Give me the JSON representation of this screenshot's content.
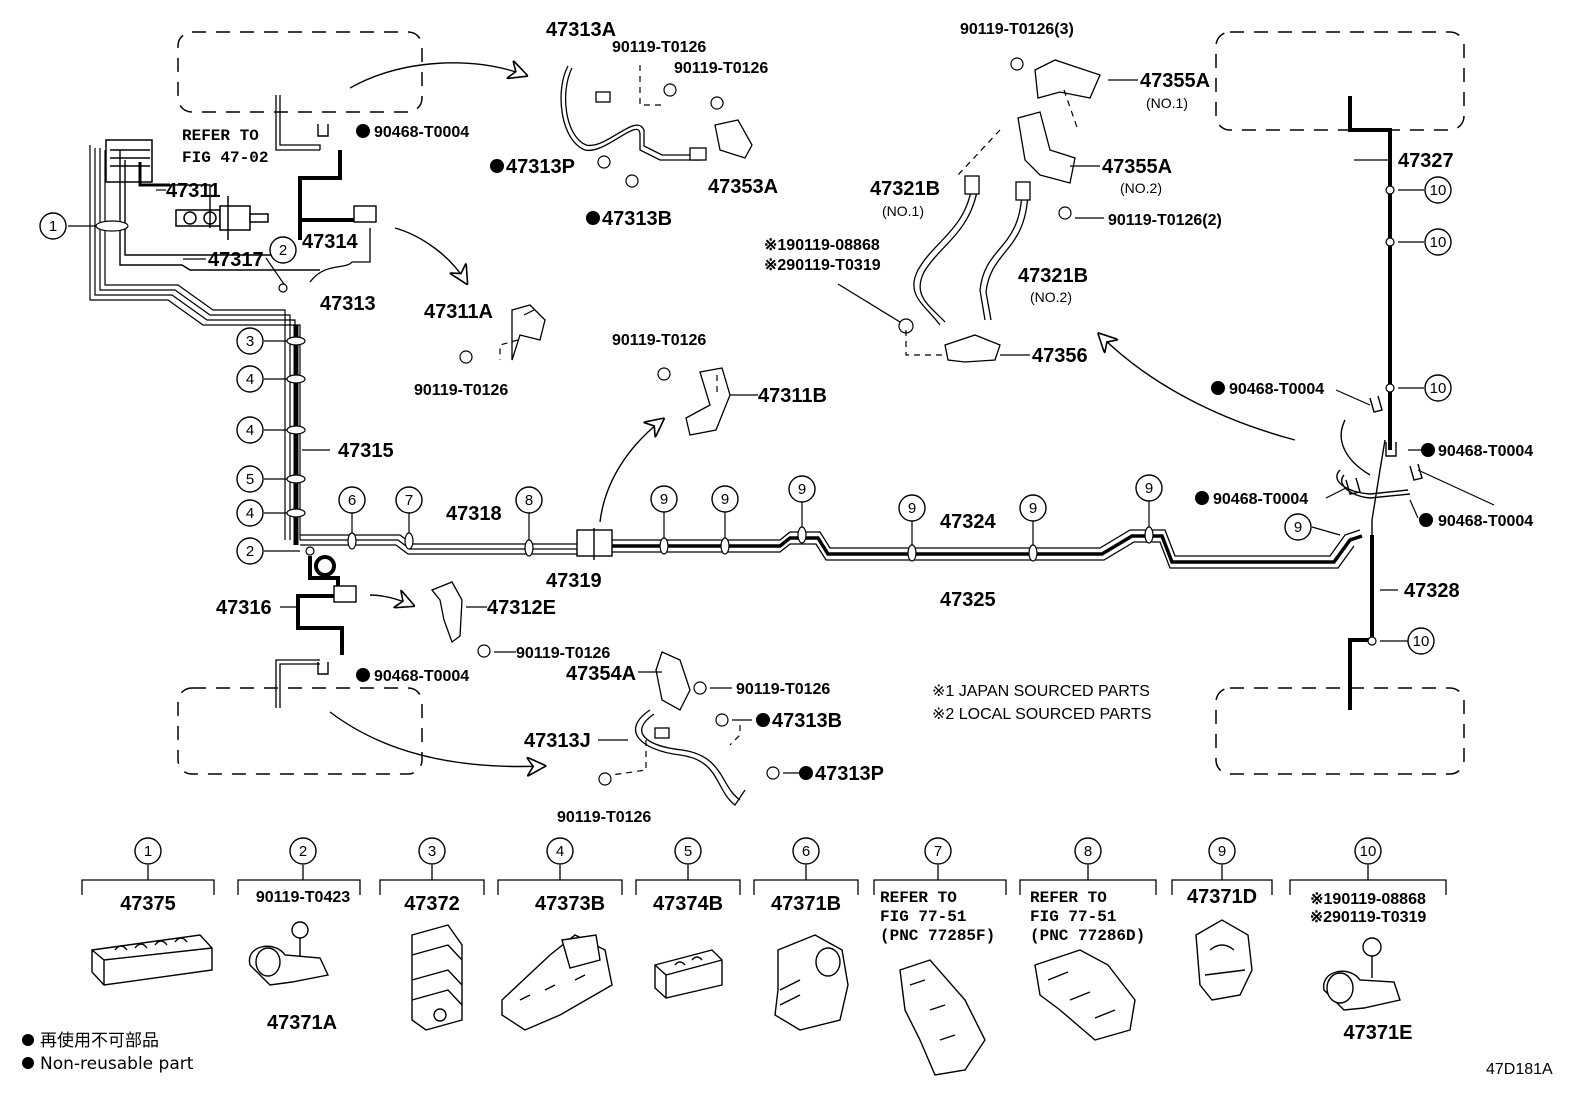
{
  "callouts": {
    "c1": "1",
    "c2": "2",
    "c3": "3",
    "c4": "4",
    "c5": "5",
    "c6": "6",
    "c7": "7",
    "c8": "8",
    "c9": "9",
    "c10": "10"
  },
  "labels": {
    "refer_to_fig_a": "REFER TO",
    "refer_to_fig_b": "FIG 47-02",
    "p47311": "47311",
    "p47317": "47317",
    "p47314": "47314",
    "p47313": "47313",
    "p47315": "47315",
    "p47316": "47316",
    "p47318": "47318",
    "p47319": "47319",
    "p47324": "47324",
    "p47325": "47325",
    "p47327": "47327",
    "p47328": "47328",
    "p47313A": "47313A",
    "p47313P": "47313P",
    "p47313B": "47313B",
    "p47353A": "47353A",
    "p47311A": "47311A",
    "p47311B": "47311B",
    "p47312E": "47312E",
    "p47354A": "47354A",
    "p47313J": "47313J",
    "p47313B_2": "47313B",
    "p47313P_2": "47313P",
    "p47355A_1": "47355A",
    "no1": "(NO.1)",
    "p47355A_2": "47355A",
    "no2": "(NO.2)",
    "p47321B_1": "47321B",
    "no1_b": "(NO.1)",
    "p47321B_2": "47321B",
    "no2_b": "(NO.2)",
    "p47356": "47356",
    "bolt_a": "90119-T0126",
    "bolt_b": "90119-T0126",
    "bolt_c": "90119-T0126",
    "bolt_d": "90119-T0126",
    "bolt_e": "90119-T0126",
    "bolt_f": "90119-T0126",
    "bolt_g": "90119-T0126",
    "bolt_3": "90119-T0126(3)",
    "bolt_2": "90119-T0126(2)",
    "jp_bolt": "※190119-08868",
    "local_bolt": "※290119-T0319",
    "clip_a": "90468-T0004",
    "clip_b": "90468-T0004",
    "clip_c": "90468-T0004",
    "clip_d": "90468-T0004",
    "clip_e": "90468-T0004",
    "clip_f": "90468-T0004",
    "note1": "※1 JAPAN SOURCED PARTS",
    "note2": "※2 LOCAL SOURCED PARTS"
  },
  "clamps": [
    {
      "num": "1",
      "part": "47375"
    },
    {
      "num": "2",
      "part_top": "90119-T0423",
      "part": "47371A"
    },
    {
      "num": "3",
      "part": "47372"
    },
    {
      "num": "4",
      "part": "47373B"
    },
    {
      "num": "5",
      "part": "47374B"
    },
    {
      "num": "6",
      "part": "47371B"
    },
    {
      "num": "7",
      "ref1": "REFER TO",
      "ref2": "FIG 77-51",
      "ref3": "(PNC 77285F)"
    },
    {
      "num": "8",
      "ref1": "REFER TO",
      "ref2": "FIG 77-51",
      "ref3": "(PNC 77286D)"
    },
    {
      "num": "9",
      "part": "47371D"
    },
    {
      "num": "10",
      "part_top1": "※190119-08868",
      "part_top2": "※290119-T0319",
      "part": "47371E"
    }
  ],
  "legend": {
    "line1": "再使用不可部品",
    "line2": "Non-reusable part"
  },
  "diagram_code": "47D181A"
}
